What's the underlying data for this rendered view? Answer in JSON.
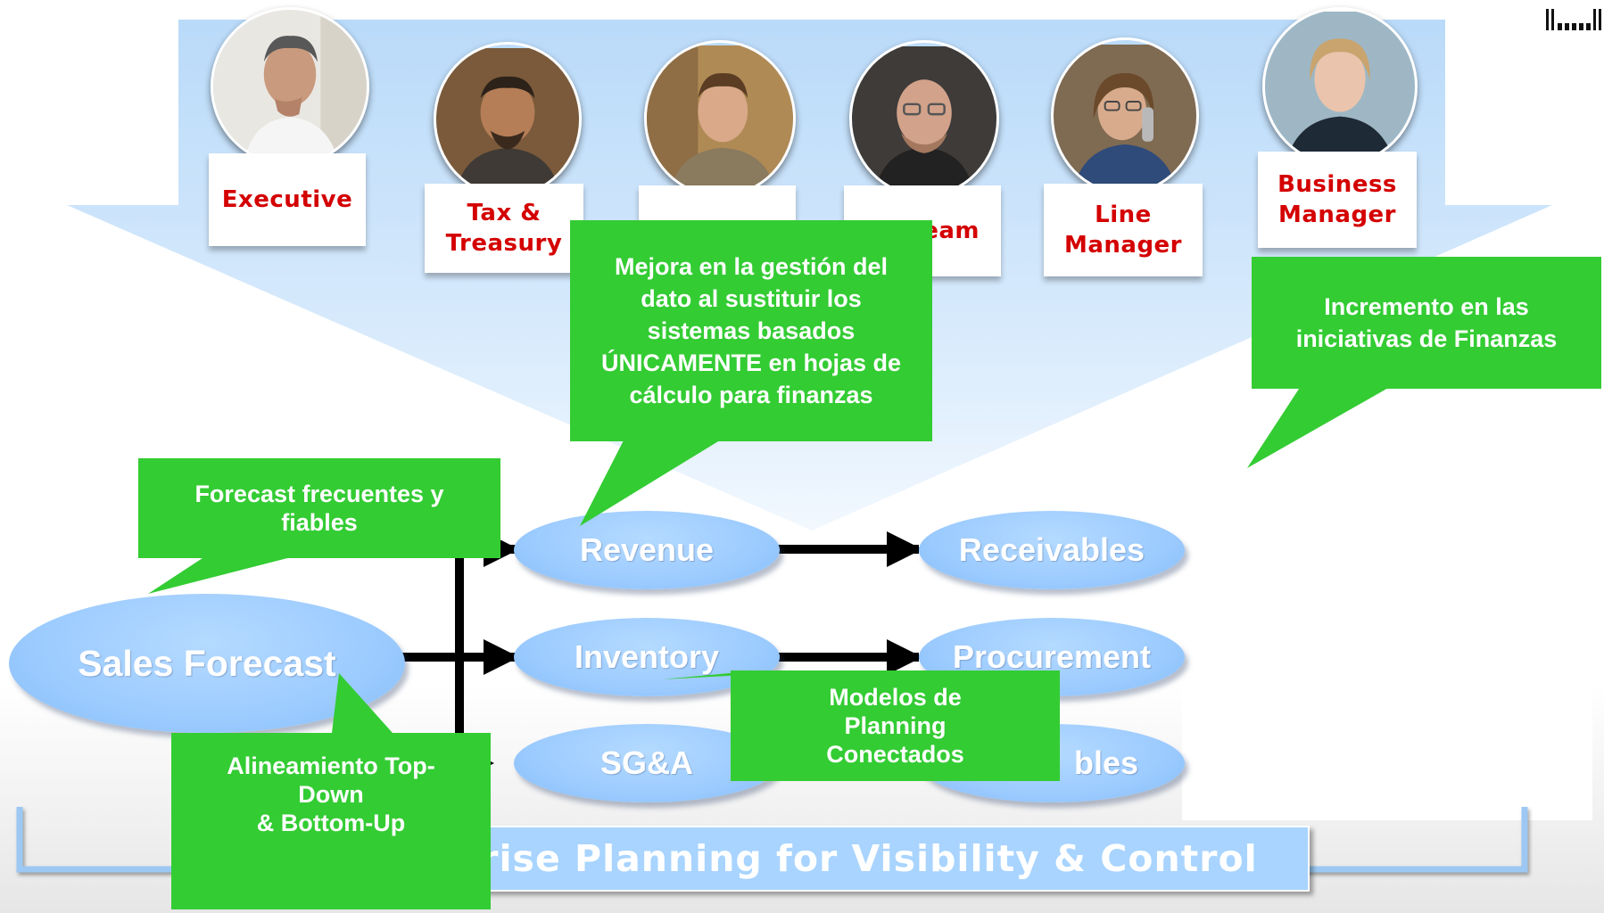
{
  "roles": [
    "Executive",
    "Tax &\nTreasury",
    "",
    "eam",
    "Line\nManager",
    "Business\nManager"
  ],
  "flow": {
    "sales_forecast": "Sales Forecast",
    "revenue": "Revenue",
    "inventory": "Inventory",
    "sga": "SG&A",
    "receivables": "Receivables",
    "procurement": "Procurement",
    "payables_partial": "bles"
  },
  "callouts": {
    "gestion": "Mejora en la gestión del\ndato al sustituir los\nsistemas basados\nÚNICAMENTE en hojas de\ncálculo para finanzas",
    "incremento": "Incremento en las\niniciativas de Finanzas",
    "forecast": "Forecast frecuentes y\nfiables",
    "modelos": "Modelos de\nPlanning\nConectados",
    "alineamiento": "Alineamiento Top-\nDown\n& Bottom-Up"
  },
  "banner": "rise Planning for Visibility & Control",
  "colors": {
    "role_text": "#d40000",
    "callout": "#33cc33",
    "ellipse": "#9ccbff",
    "funnel": "#c4e0fb",
    "banner": "#a8d4ff"
  },
  "icons": [
    "ibm-logo"
  ]
}
